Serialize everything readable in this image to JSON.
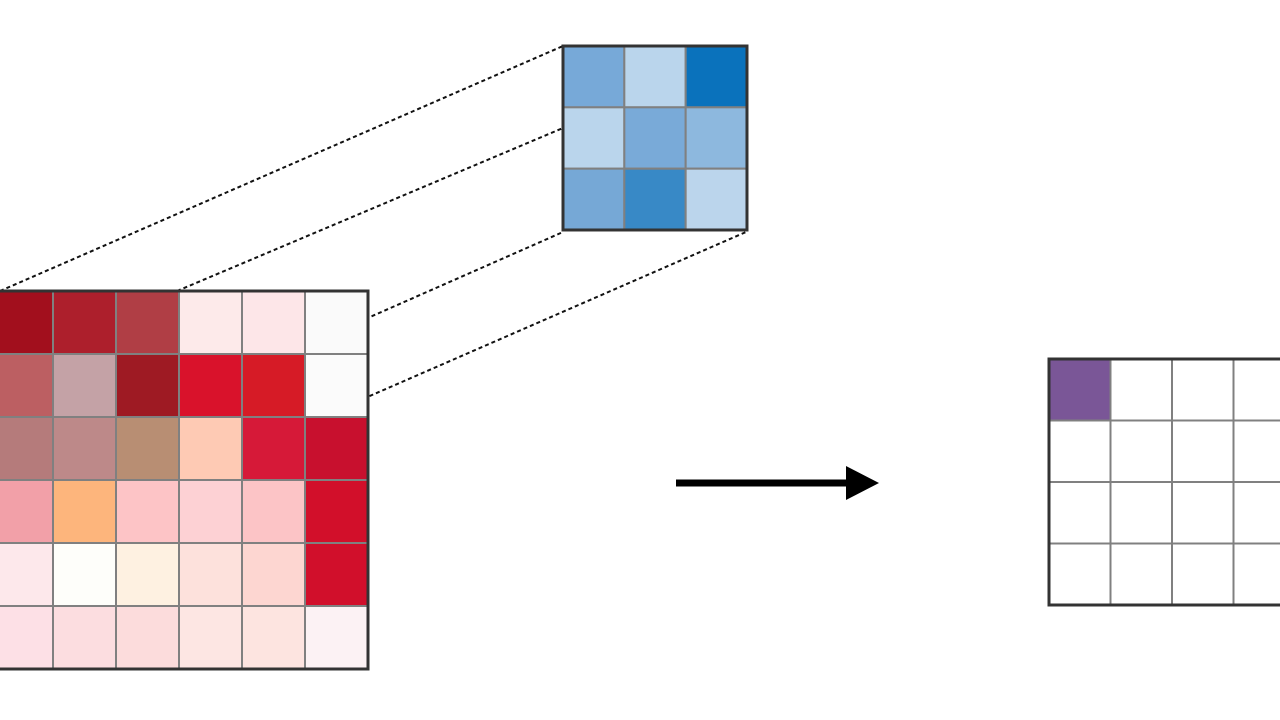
{
  "diagram": {
    "concept": "convolution",
    "colors": {
      "grid_line": "#808080",
      "border": "#333333",
      "projection_line": "#111111",
      "arrow": "#000000",
      "output_highlight": "#7a5697",
      "output_empty": "#ffffff"
    },
    "input_matrix": {
      "rows": 6,
      "cols": 6,
      "highlighted_window": {
        "row": 0,
        "col": 0,
        "size": 3
      },
      "cells": [
        [
          "#a20f1d",
          "#ad1f2c",
          "#b03e45",
          "#fdeaea",
          "#fde6e8",
          "#fafafa"
        ],
        [
          "#bc5f62",
          "#c4a2a6",
          "#9e1a23",
          "#d9122b",
          "#d61b26",
          "#fbfbfb"
        ],
        [
          "#b57b7b",
          "#bd8989",
          "#b88e73",
          "#fecab4",
          "#d61938",
          "#c8102e"
        ],
        [
          "#f2a0a8",
          "#fdb57c",
          "#fdc4c6",
          "#fdd1d4",
          "#fcc4c6",
          "#d20f2a"
        ],
        [
          "#fde8eb",
          "#fefefa",
          "#fef1e1",
          "#fde1dc",
          "#fdd6d1",
          "#d10f2b"
        ],
        [
          "#fde0e6",
          "#fcdde0",
          "#fcdcdc",
          "#fde6e3",
          "#fde4e0",
          "#fcf2f4"
        ]
      ]
    },
    "kernel": {
      "rows": 3,
      "cols": 3,
      "cells": [
        [
          "#77a9d8",
          "#bad5ec",
          "#0a72bc"
        ],
        [
          "#bad5ec",
          "#79aad8",
          "#8db8de"
        ],
        [
          "#76a8d6",
          "#3889c6",
          "#bbd5ec"
        ]
      ]
    },
    "output_matrix": {
      "rows": 4,
      "cols": 4,
      "filled": [
        {
          "row": 0,
          "col": 0
        }
      ]
    }
  }
}
